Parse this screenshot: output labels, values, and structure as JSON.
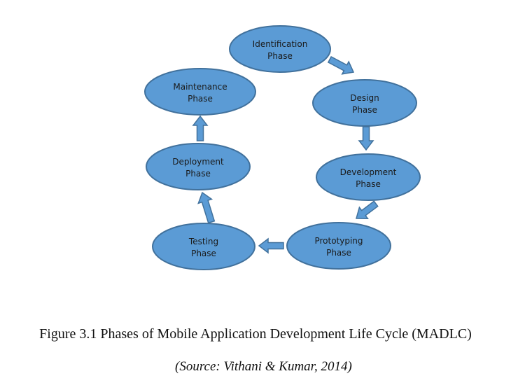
{
  "phases": [
    {
      "id": "identification",
      "line1": "Identification",
      "line2": "Phase"
    },
    {
      "id": "design",
      "line1": "Design",
      "line2": "Phase"
    },
    {
      "id": "development",
      "line1": "Development",
      "line2": "Phase"
    },
    {
      "id": "prototyping",
      "line1": "Prototyping",
      "line2": "Phase"
    },
    {
      "id": "testing",
      "line1": "Testing",
      "line2": "Phase"
    },
    {
      "id": "deployment",
      "line1": "Deployment",
      "line2": "Phase"
    },
    {
      "id": "maintenance",
      "line1": "Maintenance",
      "line2": "Phase"
    }
  ],
  "caption": "Figure 3.1 Phases of Mobile Application Development Life Cycle (MADLC)",
  "source": "(Source: Vithani & Kumar, 2014)",
  "colors": {
    "node_fill": "#5b9bd5",
    "node_stroke": "#41719c",
    "arrow_fill": "#5b9bd5",
    "arrow_stroke": "#41719c"
  }
}
